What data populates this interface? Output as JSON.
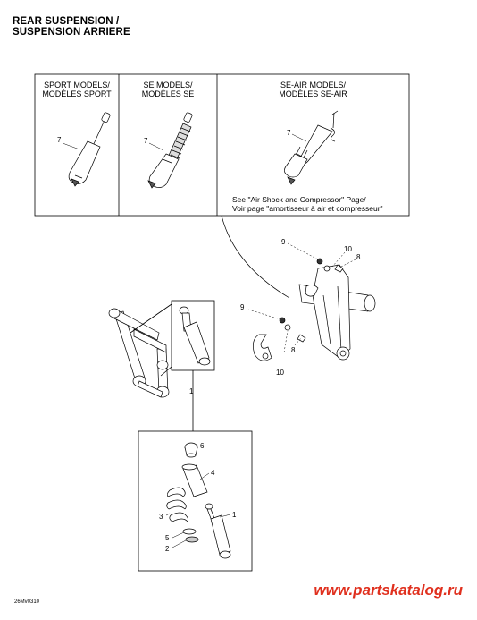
{
  "title": {
    "line1": "REAR SUSPENSION /",
    "line2": "SUSPENSION ARRIERE"
  },
  "models": {
    "sport": {
      "line1": "SPORT MODELS/",
      "line2": "MODÈLES SPORT"
    },
    "se": {
      "line1": "SE MODELS/",
      "line2": "MODÈLES SE"
    },
    "se_air": {
      "line1": "SE-AIR MODELS/",
      "line2": "MODÈLES SE-AIR"
    }
  },
  "note": {
    "line1": "See \"Air Shock and Compressor\" Page/",
    "line2": "Voir page \"amortisseur à air et compresseur\""
  },
  "callouts": {
    "sport_7": "7",
    "se_7": "7",
    "air_7": "7",
    "top_9": "9",
    "top_10": "10",
    "top_8": "8",
    "mid_9": "9",
    "mid_8": "8",
    "mid_10": "10",
    "link_1": "1",
    "p6": "6",
    "p4": "4",
    "p3": "3",
    "p1": "1",
    "p5": "5",
    "p2": "2"
  },
  "drawing_code": "26Mv0310",
  "watermark": "www.partskatalog.ru"
}
